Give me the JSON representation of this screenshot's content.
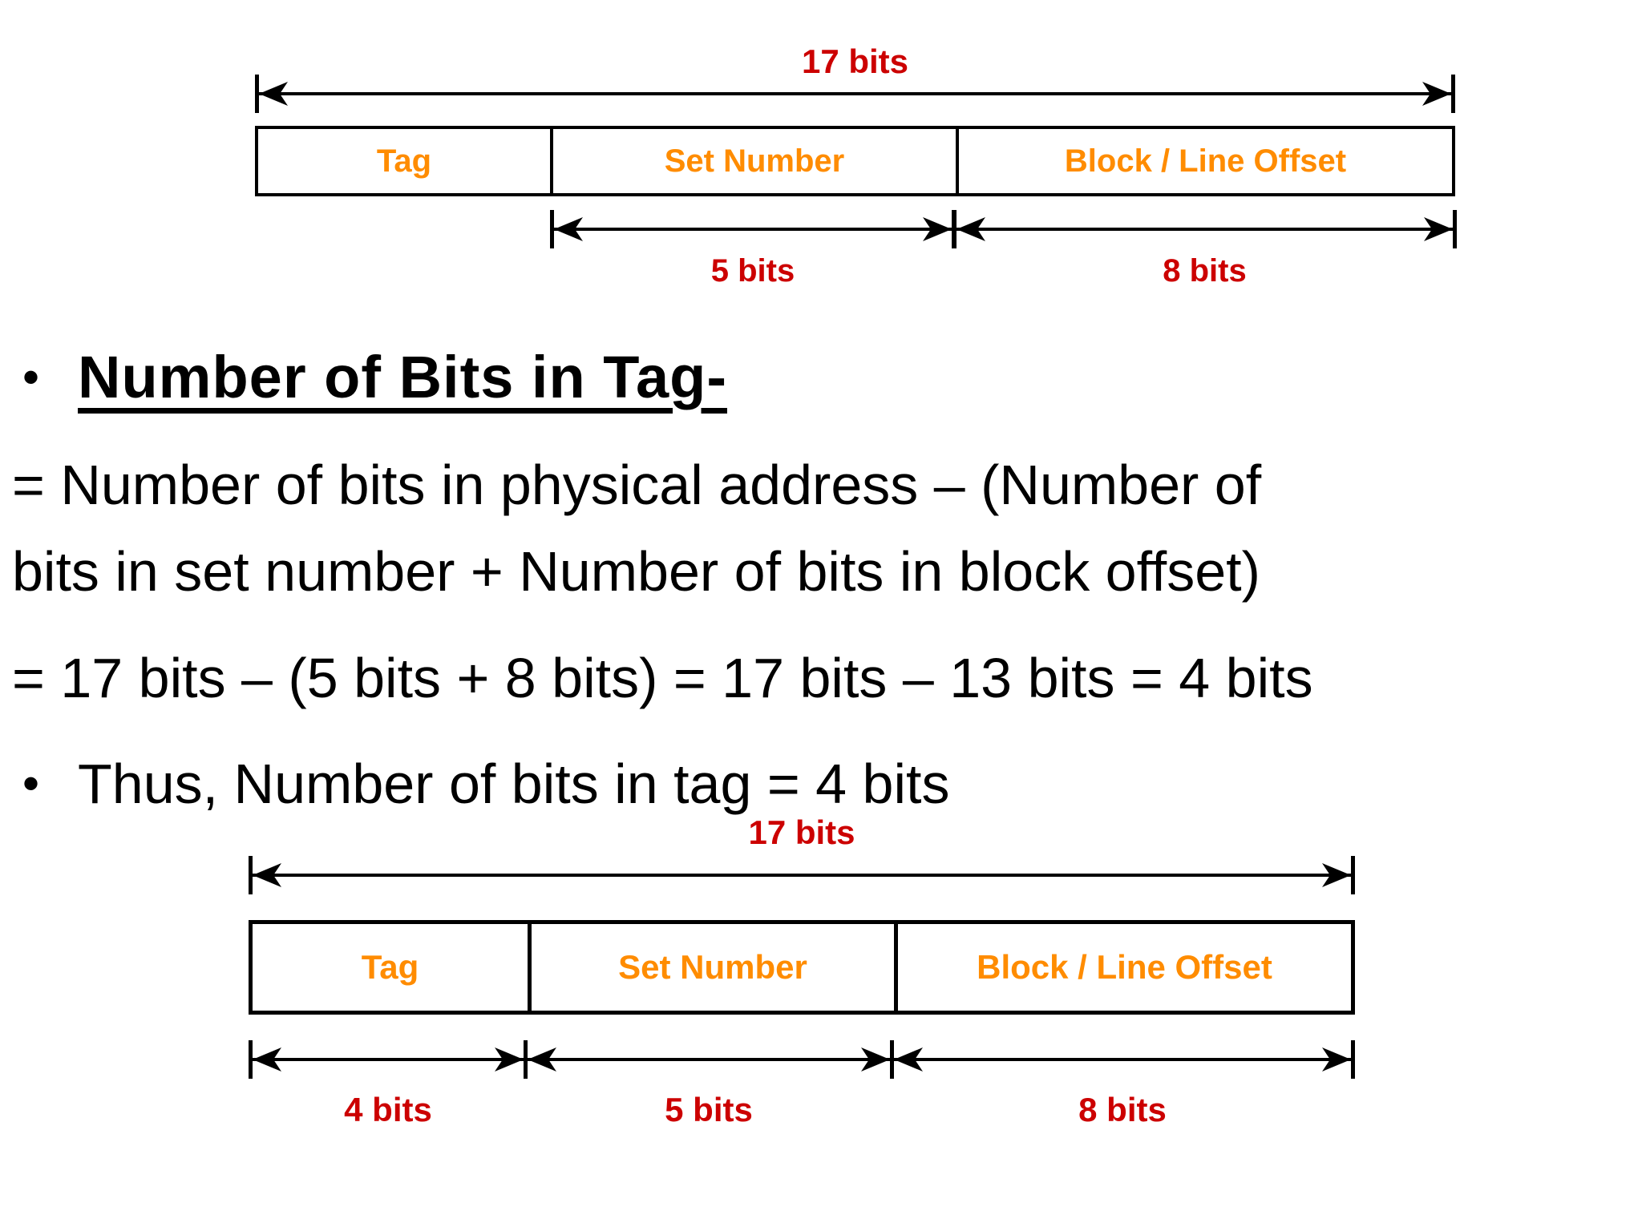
{
  "colors": {
    "red": "#CC0000",
    "orange": "#FF8C00",
    "line": "#000000",
    "text": "#000000",
    "background": "#FFFFFF"
  },
  "diagram_top": {
    "total_label": "17 bits",
    "fields": [
      {
        "label": "Tag"
      },
      {
        "label": "Set Number",
        "bits_label": "5 bits"
      },
      {
        "label": "Block / Line Offset",
        "bits_label": "8 bits"
      }
    ]
  },
  "body": {
    "bullet_glyph": "•",
    "bullet1": "Number of Bits in Tag-",
    "formula_line1": "= Number of bits in physical address – (Number of",
    "formula_line2": "bits in set number + Number of bits in block offset)",
    "formula_line3": "= 17 bits – (5 bits + 8 bits) = 17 bits – 13 bits = 4 bits",
    "bullet2": "Thus, Number of bits in tag = 4 bits"
  },
  "diagram_bottom": {
    "total_label": "17 bits",
    "fields": [
      {
        "label": "Tag",
        "bits_label": "4 bits"
      },
      {
        "label": "Set Number",
        "bits_label": "5 bits"
      },
      {
        "label": "Block / Line Offset",
        "bits_label": "8 bits"
      }
    ]
  }
}
